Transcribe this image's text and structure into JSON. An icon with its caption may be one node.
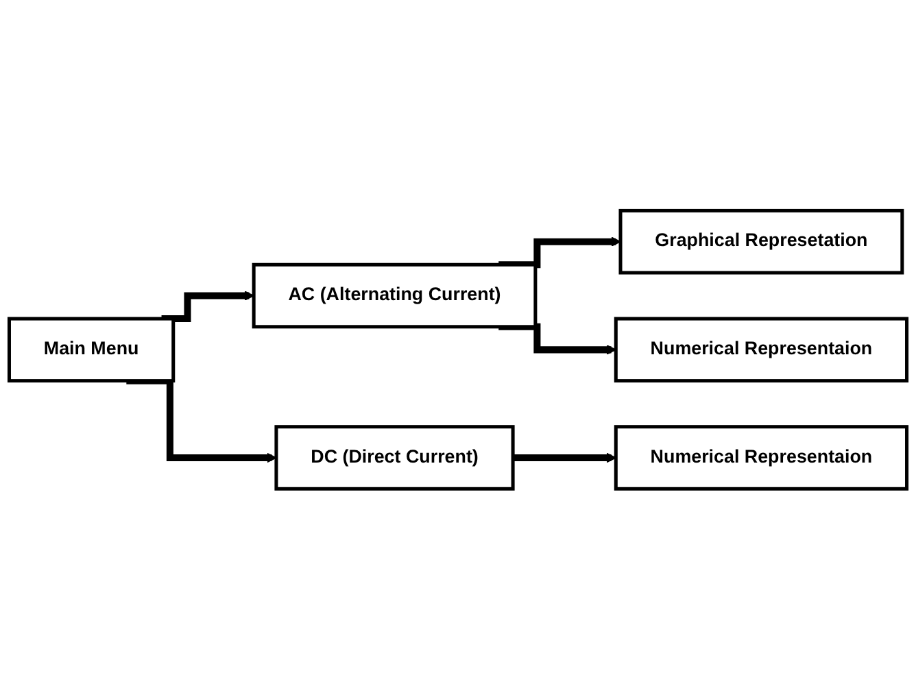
{
  "diagram": {
    "nodes": [
      {
        "text": [
          "Main Menu"
        ]
      },
      {
        "text": [
          "AC (Alternating Current)"
        ]
      },
      {
        "text": [
          "DC (Direct Current)"
        ]
      },
      {
        "text": [
          "Graphical Represetation"
        ]
      },
      {
        "text": [
          "Numerical Representaion"
        ]
      },
      {
        "text": [
          "Numerical Representaion"
        ]
      }
    ],
    "edges": [
      {
        "from": 0,
        "to": 1,
        "arrow": "to"
      },
      {
        "from": 0,
        "to": 2,
        "arrow": "to"
      },
      {
        "from": 1,
        "to": 3,
        "arrow": "to"
      },
      {
        "from": 1,
        "to": 4,
        "arrow": "to"
      },
      {
        "from": 2,
        "to": 5,
        "arrow": "to"
      }
    ]
  }
}
